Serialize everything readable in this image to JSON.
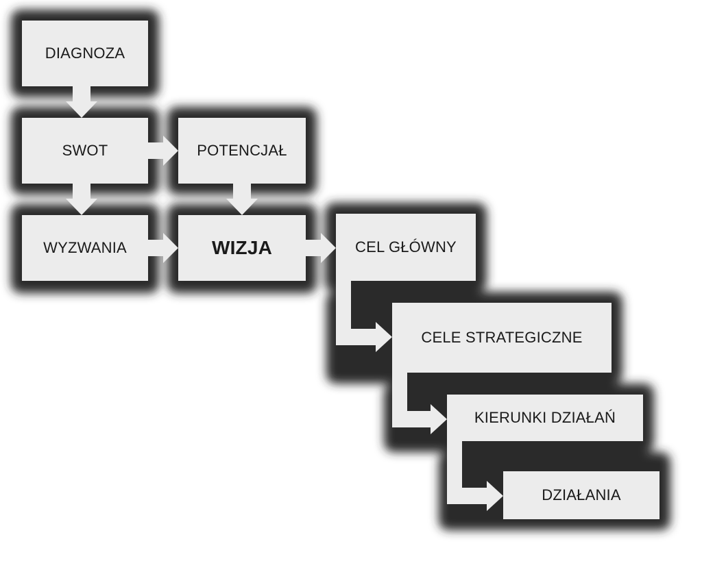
{
  "diagram": {
    "nodes": [
      {
        "id": "diagnoza",
        "label": "DIAGNOZA"
      },
      {
        "id": "swot",
        "label": "SWOT"
      },
      {
        "id": "potencjal",
        "label": "POTENCJAŁ"
      },
      {
        "id": "wyzwania",
        "label": "WYZWANIA"
      },
      {
        "id": "wizja",
        "label": "WIZJA"
      },
      {
        "id": "cel-glowny",
        "label": "CEL GŁÓWNY"
      },
      {
        "id": "cele-strategiczne",
        "label": "CELE STRATEGICZNE"
      },
      {
        "id": "kierunki-dzialan",
        "label": "KIERUNKI DZIAŁAŃ"
      },
      {
        "id": "dzialania",
        "label": "DZIAŁANIA"
      }
    ],
    "edges": [
      {
        "from": "diagnoza",
        "to": "swot"
      },
      {
        "from": "swot",
        "to": "potencjal"
      },
      {
        "from": "swot",
        "to": "wyzwania"
      },
      {
        "from": "potencjal",
        "to": "wizja"
      },
      {
        "from": "wyzwania",
        "to": "wizja"
      },
      {
        "from": "wizja",
        "to": "cel-glowny"
      },
      {
        "from": "cel-glowny",
        "to": "cele-strategiczne"
      },
      {
        "from": "cele-strategiczne",
        "to": "kierunki-dzialan"
      },
      {
        "from": "kierunki-dzialan",
        "to": "dzialania"
      }
    ],
    "colors": {
      "box": "#ececec",
      "arrow": "#ececec",
      "shadow": "#2a2a2a",
      "text": "#1a1a1a"
    }
  }
}
